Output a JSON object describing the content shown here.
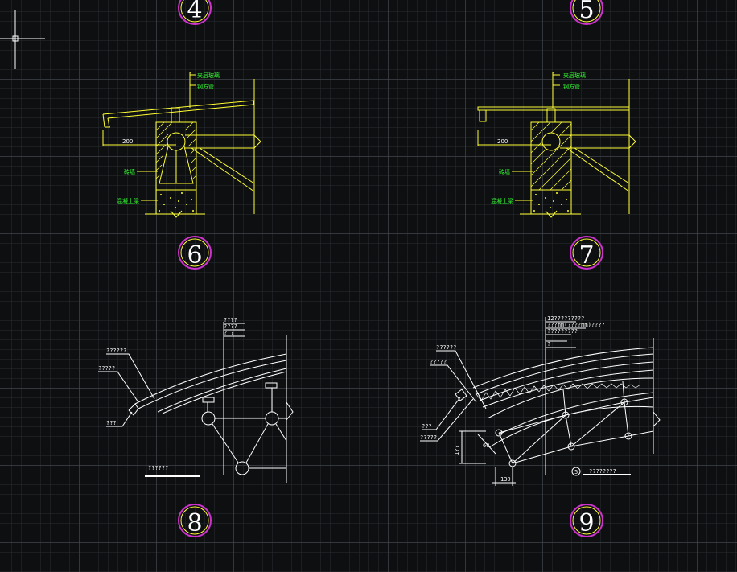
{
  "detail_numbers": {
    "top_left": "4",
    "top_right": "5",
    "mid_left": "6",
    "mid_right": "7",
    "bottom_left": "8",
    "bottom_right": "9"
  },
  "detail_6": {
    "label_1": "夹层玻璃",
    "label_2": "钢方管",
    "dimension": "200",
    "label_wall": "砖墙",
    "label_concrete": "混凝土梁"
  },
  "detail_7": {
    "label_1": "夹层玻璃",
    "label_2": "钢方管",
    "dimension": "200",
    "label_wall": "砖墙",
    "label_concrete": "混凝土梁"
  },
  "detail_8": {
    "right_labels": [
      "????",
      "????",
      "? ?"
    ],
    "left_label_1": "??????",
    "left_label_2": "?????",
    "left_label_3": "???",
    "title": "??????"
  },
  "detail_9": {
    "right_labels": [
      "12?????????",
      "???mm(????mm)????",
      "?????????",
      "?"
    ],
    "left_label_1": "??????",
    "left_label_2": "?????",
    "left_label_3": "???",
    "left_label_4": "?????",
    "section_marker": "5",
    "title": "????????",
    "dim_1": "1??",
    "dim_2": "60",
    "dim_3": "130"
  },
  "colors": {
    "background": "#0e0f11",
    "yellow_lines": "#ffff33",
    "green_text": "#33ff33",
    "white_lines": "#ffffff",
    "marker_ring": "#cc33cc"
  }
}
